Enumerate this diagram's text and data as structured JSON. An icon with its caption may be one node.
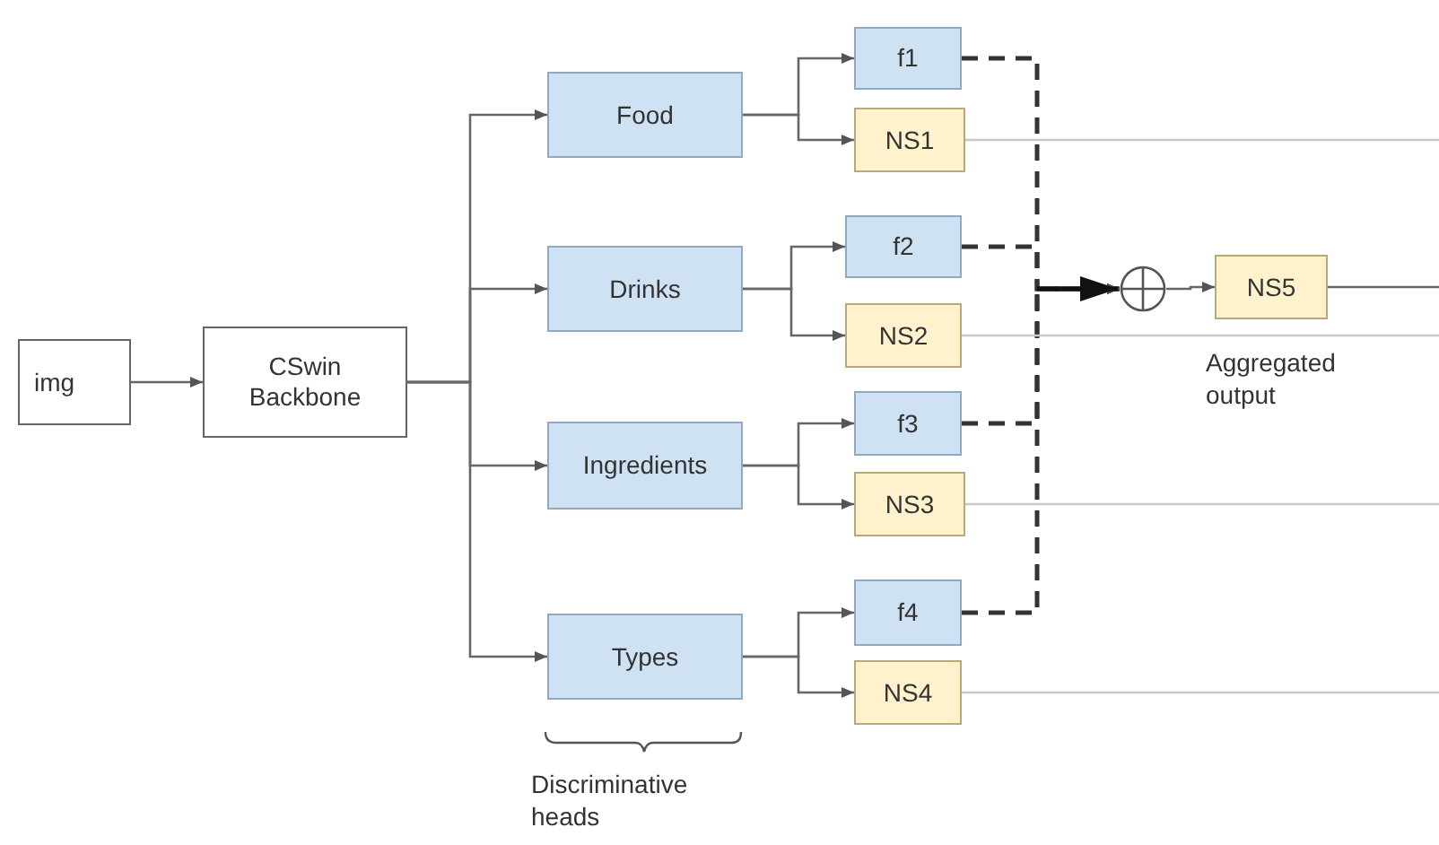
{
  "diagram": {
    "nodes": [
      {
        "text": [
          "img"
        ]
      },
      {
        "text": [
          "CSwin Backbone"
        ]
      },
      {
        "text": [
          "Food"
        ]
      },
      {
        "text": [
          "Drinks"
        ]
      },
      {
        "text": [
          "Ingredients"
        ]
      },
      {
        "text": [
          "Types"
        ]
      },
      {
        "text": [
          "f1"
        ]
      },
      {
        "text": [
          "NS1"
        ]
      },
      {
        "text": [
          "f2"
        ]
      },
      {
        "text": [
          "NS2"
        ]
      },
      {
        "text": [
          "f3"
        ]
      },
      {
        "text": [
          "NS3"
        ]
      },
      {
        "text": [
          "f4"
        ]
      },
      {
        "text": [
          "NS4"
        ]
      },
      {
        "text": [],
        "shape": "circle"
      },
      {
        "text": [
          "NS5"
        ],
        "beside": [
          "Aggregated output"
        ]
      }
    ],
    "edges": [
      {
        "from": 0,
        "to": 1,
        "arrow": "to"
      },
      {
        "from": 1,
        "to": 2,
        "arrow": "to"
      },
      {
        "from": 1,
        "to": 3,
        "arrow": "to"
      },
      {
        "from": 1,
        "to": 4,
        "arrow": "to"
      },
      {
        "from": 1,
        "to": 5,
        "arrow": "to"
      },
      {
        "from": 2,
        "to": 6,
        "arrow": "to"
      },
      {
        "from": 2,
        "to": 7,
        "arrow": "to"
      },
      {
        "from": 3,
        "to": 8,
        "arrow": "to"
      },
      {
        "from": 3,
        "to": 9,
        "arrow": "to"
      },
      {
        "from": 4,
        "to": 10,
        "arrow": "to"
      },
      {
        "from": 4,
        "to": 11,
        "arrow": "to"
      },
      {
        "from": 5,
        "to": 12,
        "arrow": "to"
      },
      {
        "from": 5,
        "to": 13,
        "arrow": "to"
      },
      {
        "from": 6,
        "to": 14,
        "arrow": "to",
        "style": "dashed"
      },
      {
        "from": 8,
        "to": 14,
        "arrow": "to",
        "style": "dashed"
      },
      {
        "from": 10,
        "to": 14,
        "arrow": "to",
        "style": "dashed"
      },
      {
        "from": 12,
        "to": 14,
        "arrow": "to",
        "style": "dashed"
      },
      {
        "from": 14,
        "to": 15,
        "arrow": "to"
      },
      {
        "from": 15,
        "to": null,
        "arrow": "none"
      },
      {
        "from": 7,
        "to": null,
        "arrow": "none",
        "color": "#c8c8c8"
      },
      {
        "from": 9,
        "to": null,
        "arrow": "none",
        "color": "#c8c8c8"
      },
      {
        "from": 11,
        "to": null,
        "arrow": "none",
        "color": "#c8c8c8"
      },
      {
        "from": 13,
        "to": null,
        "arrow": "none",
        "color": "#c8c8c8"
      }
    ],
    "labels": [
      "Discriminative heads"
    ]
  }
}
